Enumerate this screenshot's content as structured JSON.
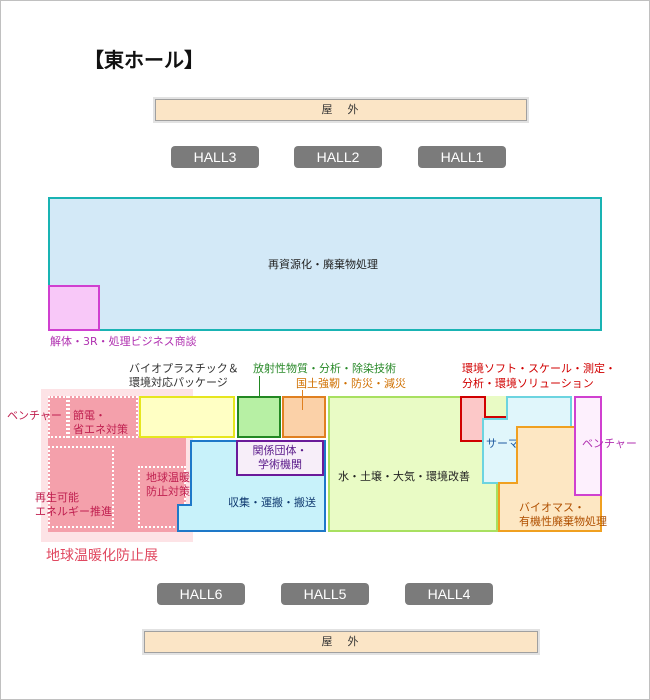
{
  "title": "【東ホール】",
  "outdoor": "屋　外",
  "halls_top": [
    "HALL3",
    "HALL2",
    "HALL1"
  ],
  "halls_bottom": [
    "HALL6",
    "HALL5",
    "HALL4"
  ],
  "zones": {
    "recycling": "再資源化・廃棄物処理",
    "dismantling": "解体・3R・処理ビジネス商談",
    "bioplastic_line1": "バイオプラスチック＆",
    "bioplastic_line2": "環境対応パッケージ",
    "radioactive": "放射性物質・分析・除染技術",
    "disaster": "国土強靭・防災・減災",
    "env_software_line1": "環境ソフト・スケール・測定・",
    "env_software_line2": "分析・環境ソリューション",
    "venture_left": "ベンチャー",
    "energy_saving_line1": "節電・",
    "energy_saving_line2": "省エネ対策",
    "organizations_line1": "関係団体・",
    "organizations_line2": "学術機関",
    "warming_line1": "地球温暖化",
    "warming_line2": "防止対策",
    "renewable_line1": "再生可能",
    "renewable_line2": "エネルギー推進",
    "collection": "収集・運搬・搬送",
    "water_soil": "水・土壌・大気・環境改善",
    "thermal": "サーマル",
    "venture_right": "ベンチャー",
    "biomass_line1": "バイオマス・",
    "biomass_line2": "有機性廃棄物処理",
    "warming_exhibition": "地球温暖化防止展"
  }
}
